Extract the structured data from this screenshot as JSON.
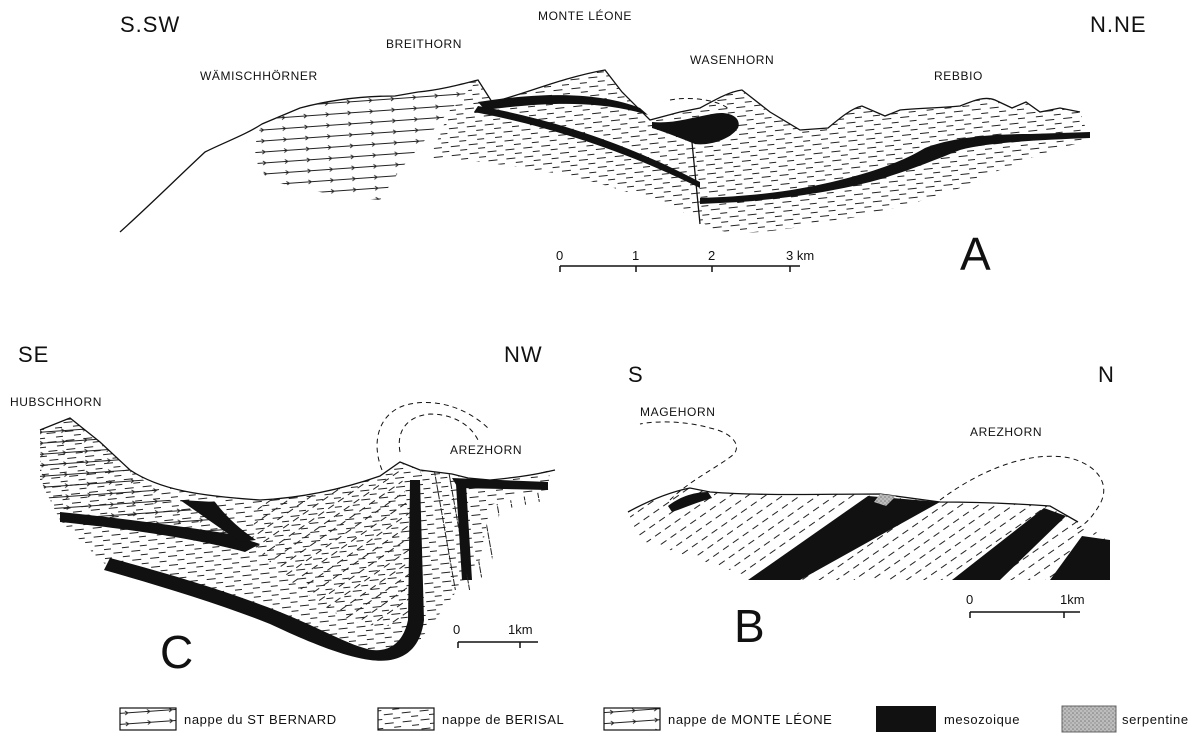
{
  "section_a": {
    "dir_left": "S.SW",
    "dir_right": "N.NE",
    "peaks": [
      "WÄMISCHHÖRNER",
      "BREITHORN",
      "MONTE LÉONE",
      "WASENHORN",
      "REBBIO"
    ],
    "letter": "A",
    "scale_ticks": [
      "0",
      "1",
      "2",
      "3 km"
    ]
  },
  "section_c": {
    "dir_left": "SE",
    "dir_right": "NW",
    "peaks": [
      "HUBSCHHORN",
      "AREZHORN"
    ],
    "letter": "C",
    "scale_ticks": [
      "0",
      "1km"
    ]
  },
  "section_b": {
    "dir_left": "S",
    "dir_right": "N",
    "peaks": [
      "MAGEHORN",
      "AREZHORN"
    ],
    "letter": "B",
    "scale_ticks": [
      "0",
      "1km"
    ]
  },
  "legend": {
    "items": [
      {
        "label": "nappe du ST BERNARD",
        "pattern": "arrow-lines"
      },
      {
        "label": "nappe de BERISAL",
        "pattern": "dashes"
      },
      {
        "label": "nappe de MONTE LÉONE",
        "pattern": "arrow-lines"
      },
      {
        "label": "mesozoique",
        "pattern": "solid",
        "color": "#111111"
      },
      {
        "label": "serpentine",
        "pattern": "stipple",
        "color": "#9a9a9a"
      }
    ]
  }
}
